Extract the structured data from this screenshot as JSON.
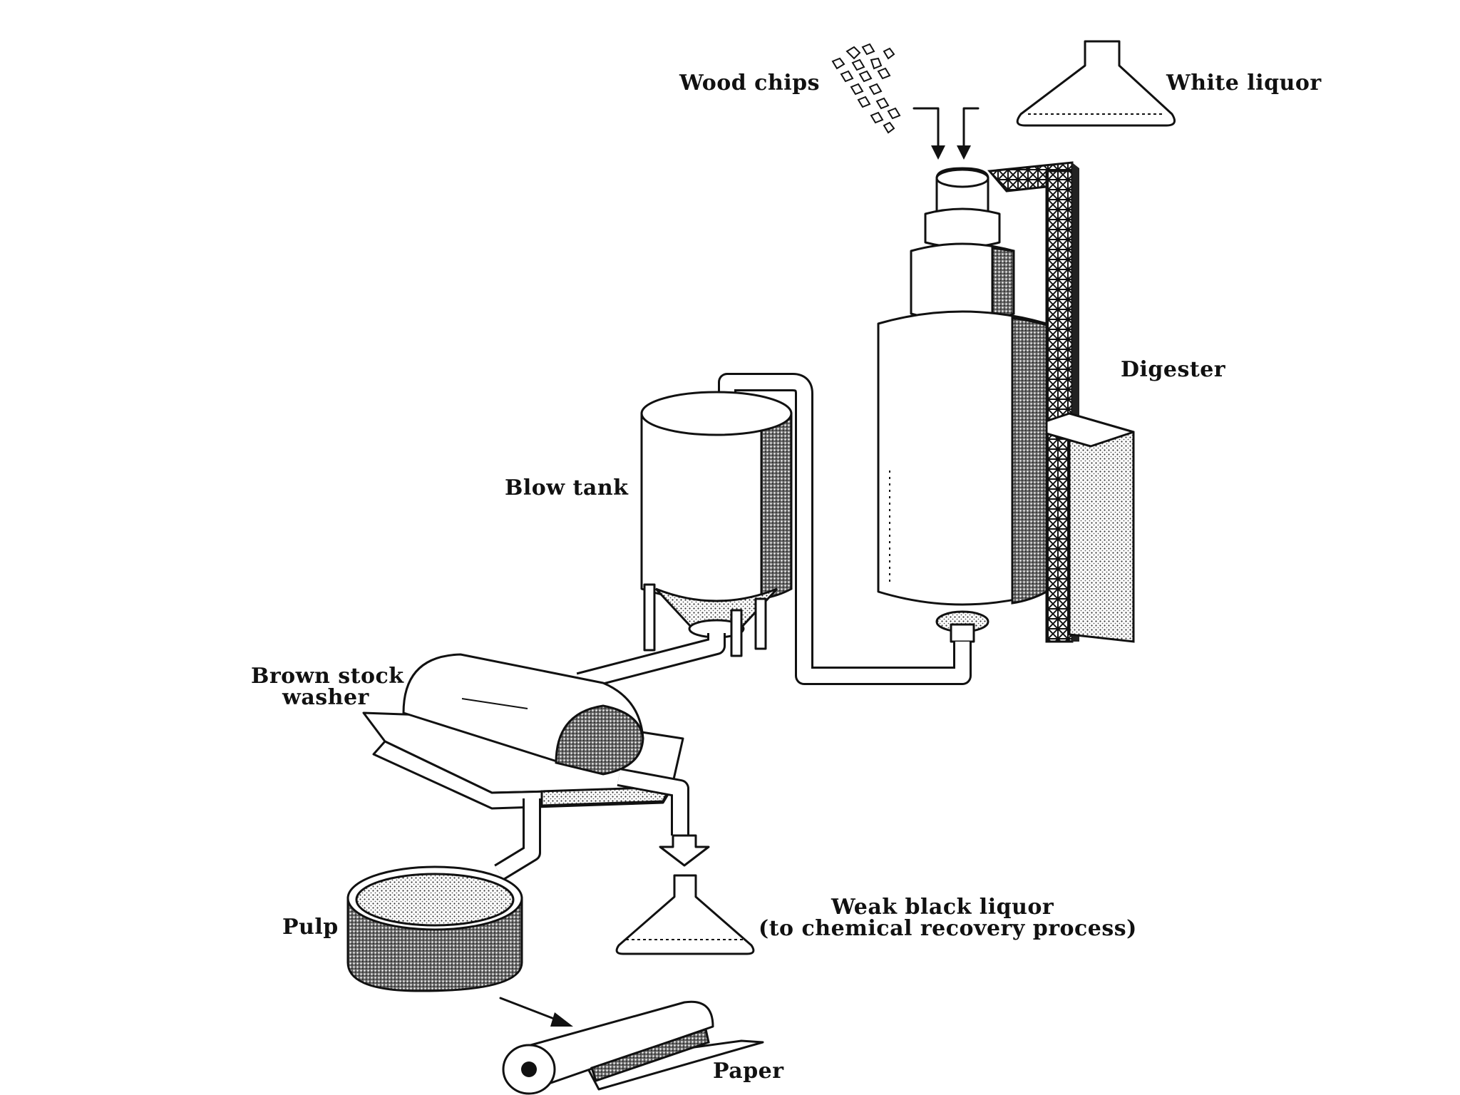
{
  "labels": {
    "wood_chips": "Wood chips",
    "white_liquor": "White liquor",
    "digester": "Digester",
    "blow_tank": "Blow tank",
    "brown_stock_washer_line1": "Brown stock",
    "brown_stock_washer_line2": "washer",
    "pulp": "Pulp",
    "weak_black_liquor_line1": "Weak black liquor",
    "weak_black_liquor_line2": "(to chemical recovery process)",
    "paper": "Paper"
  },
  "colors": {
    "ink": "#111111",
    "background": "#ffffff"
  }
}
